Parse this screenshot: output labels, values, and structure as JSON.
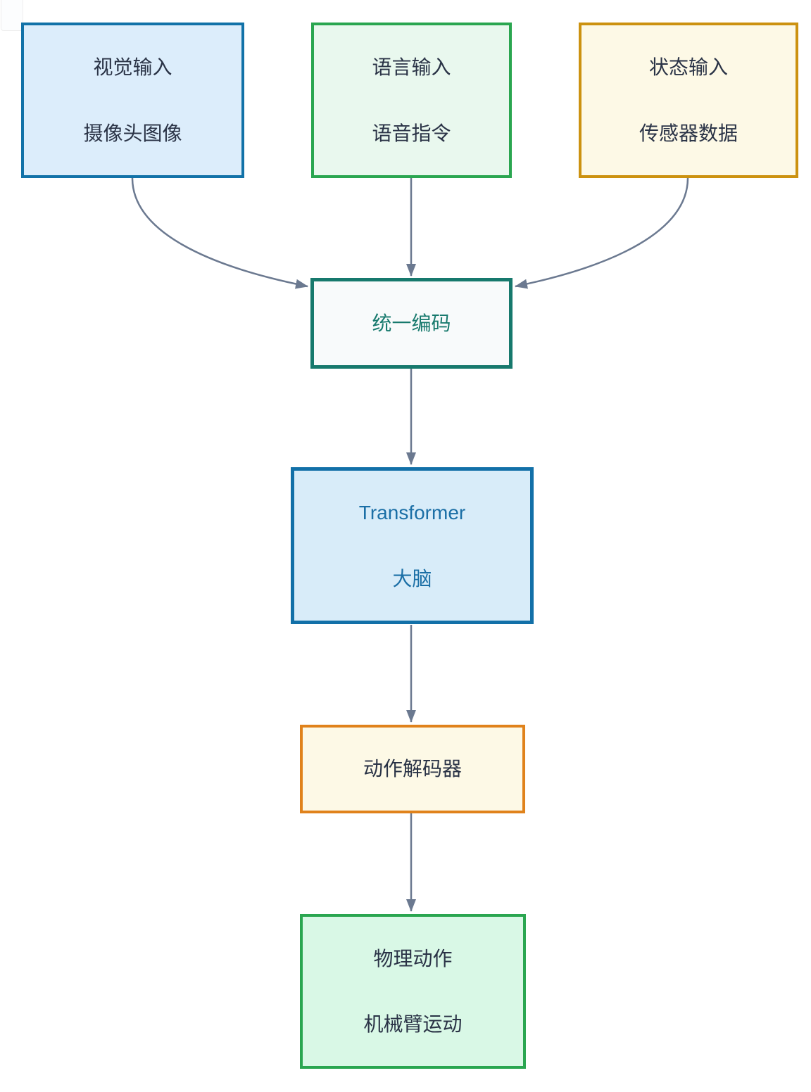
{
  "diagram": {
    "title": "VLA robot architecture flowchart",
    "nodes": {
      "vision": {
        "line1": "视觉输入",
        "line2": "摄像头图像",
        "fill": "#dcedfb",
        "border": "#1272a8",
        "text": "#2a3346"
      },
      "language": {
        "line1": "语言输入",
        "line2": "语音指令",
        "fill": "#e9f8ee",
        "border": "#2aa650",
        "text": "#2a3346"
      },
      "state": {
        "line1": "状态输入",
        "line2": "传感器数据",
        "fill": "#fdf9e6",
        "border": "#cc9210",
        "text": "#2a3346"
      },
      "encoder": {
        "line1": "统一编码",
        "fill": "#f8fafb",
        "border": "#17796d",
        "text": "#17796d"
      },
      "transformer": {
        "line1": "Transformer",
        "line2": "大脑",
        "fill": "#d8ecf9",
        "border": "#1270a8",
        "text": "#1b6fa6"
      },
      "decoder": {
        "line1": "动作解码器",
        "fill": "#fdf9e6",
        "border": "#e0821b",
        "text": "#2a3346"
      },
      "action": {
        "line1": "物理动作",
        "line2": "机械臂运动",
        "fill": "#d9f8e6",
        "border": "#2aa650",
        "text": "#2a3346"
      }
    },
    "edges": {
      "color": "#6b7990",
      "connections": [
        {
          "from": "视觉输入",
          "to": "统一编码"
        },
        {
          "from": "语言输入",
          "to": "统一编码"
        },
        {
          "from": "状态输入",
          "to": "统一编码"
        },
        {
          "from": "统一编码",
          "to": "Transformer 大脑"
        },
        {
          "from": "Transformer 大脑",
          "to": "动作解码器"
        },
        {
          "from": "动作解码器",
          "to": "物理动作"
        }
      ]
    }
  }
}
